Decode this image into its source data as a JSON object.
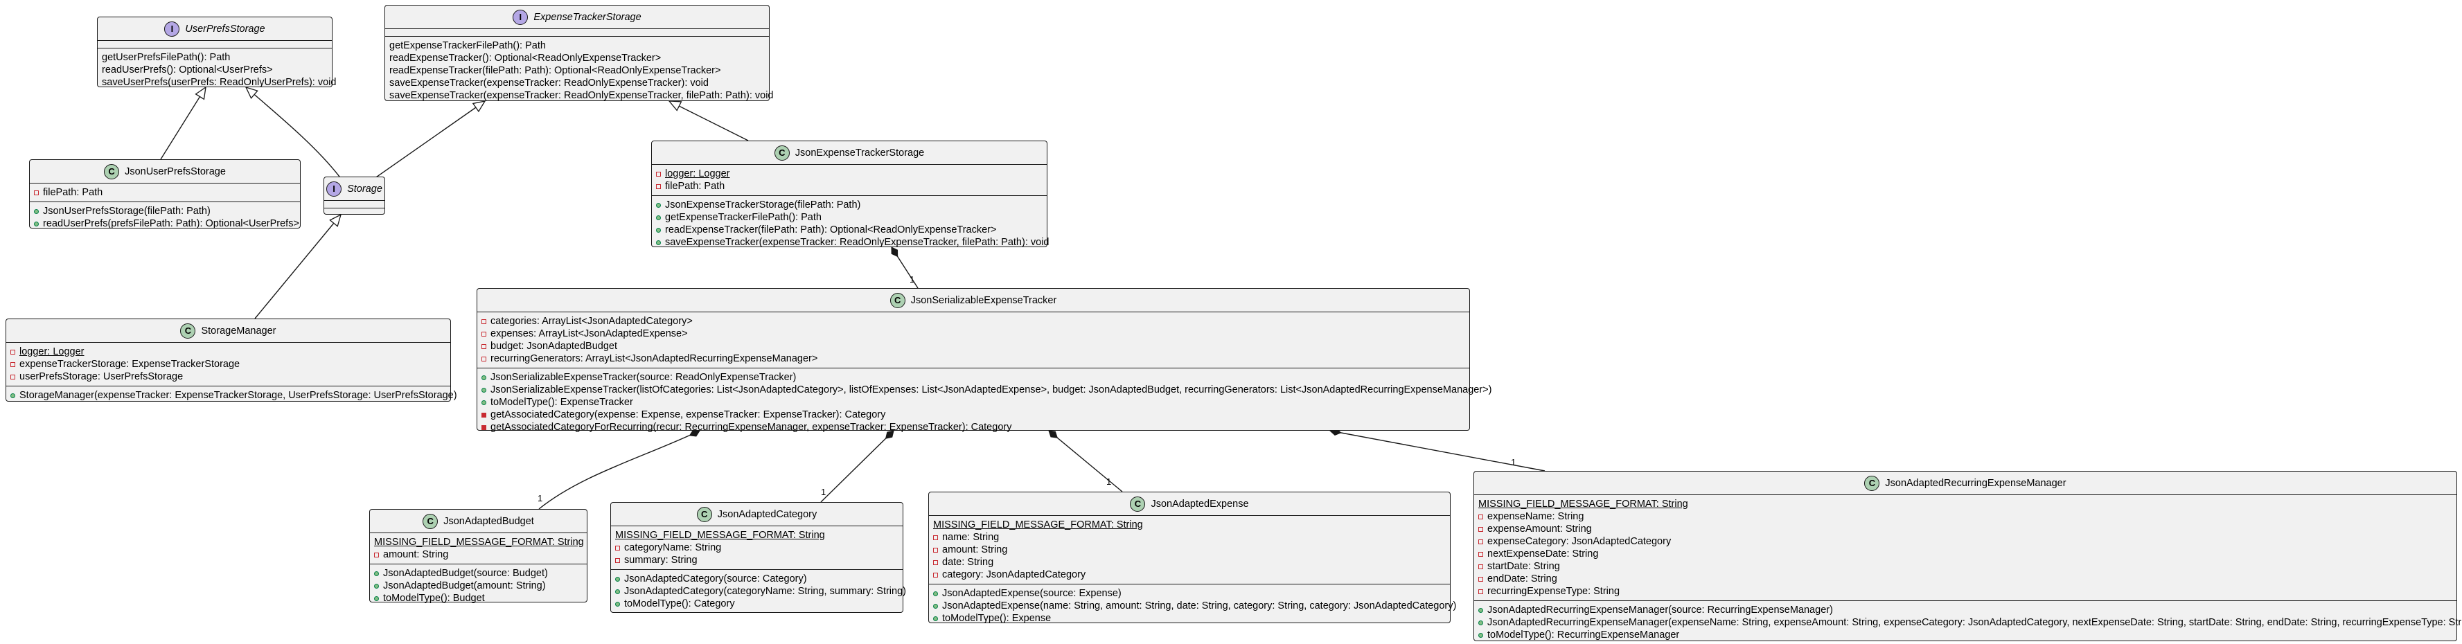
{
  "classes": {
    "user_prefs_storage": {
      "kind": "I",
      "name": "UserPrefsStorage",
      "fields": [],
      "methods": [
        {
          "vis": "none",
          "text": "getUserPrefsFilePath(): Path"
        },
        {
          "vis": "none",
          "text": "readUserPrefs(): Optional<UserPrefs>"
        },
        {
          "vis": "none",
          "text": "saveUserPrefs(userPrefs: ReadOnlyUserPrefs): void"
        }
      ]
    },
    "expense_tracker_storage": {
      "kind": "I",
      "name": "ExpenseTrackerStorage",
      "fields": [],
      "methods": [
        {
          "vis": "none",
          "text": "getExpenseTrackerFilePath(): Path"
        },
        {
          "vis": "none",
          "text": "readExpenseTracker(): Optional<ReadOnlyExpenseTracker>"
        },
        {
          "vis": "none",
          "text": "readExpenseTracker(filePath: Path): Optional<ReadOnlyExpenseTracker>"
        },
        {
          "vis": "none",
          "text": "saveExpenseTracker(expenseTracker: ReadOnlyExpenseTracker): void"
        },
        {
          "vis": "none",
          "text": "saveExpenseTracker(expenseTracker: ReadOnlyExpenseTracker, filePath: Path): void"
        }
      ]
    },
    "json_user_prefs_storage": {
      "kind": "C",
      "name": "JsonUserPrefsStorage",
      "fields": [
        {
          "vis": "priv",
          "text": "filePath: Path"
        }
      ],
      "methods": [
        {
          "vis": "pub",
          "text": "JsonUserPrefsStorage(filePath: Path)"
        },
        {
          "vis": "pub",
          "text": "readUserPrefs(prefsFilePath: Path): Optional<UserPrefs>"
        }
      ]
    },
    "storage": {
      "kind": "I",
      "name": "Storage",
      "fields": [],
      "methods": []
    },
    "json_expense_tracker_storage": {
      "kind": "C",
      "name": "JsonExpenseTrackerStorage",
      "fields": [
        {
          "vis": "priv",
          "text": "logger: Logger",
          "static": true
        },
        {
          "vis": "priv",
          "text": "filePath: Path"
        }
      ],
      "methods": [
        {
          "vis": "pub",
          "text": "JsonExpenseTrackerStorage(filePath: Path)"
        },
        {
          "vis": "pub",
          "text": "getExpenseTrackerFilePath(): Path"
        },
        {
          "vis": "pub",
          "text": "readExpenseTracker(filePath: Path): Optional<ReadOnlyExpenseTracker>"
        },
        {
          "vis": "pub",
          "text": "saveExpenseTracker(expenseTracker: ReadOnlyExpenseTracker, filePath: Path): void"
        }
      ]
    },
    "storage_manager": {
      "kind": "C",
      "name": "StorageManager",
      "fields": [
        {
          "vis": "priv",
          "text": "logger: Logger",
          "static": true
        },
        {
          "vis": "priv",
          "text": "expenseTrackerStorage: ExpenseTrackerStorage"
        },
        {
          "vis": "priv",
          "text": "userPrefsStorage: UserPrefsStorage"
        }
      ],
      "methods": [
        {
          "vis": "pub",
          "text": "StorageManager(expenseTracker: ExpenseTrackerStorage, UserPrefsStorage: UserPrefsStorage)"
        }
      ]
    },
    "json_serializable_expense_tracker": {
      "kind": "C",
      "name": "JsonSerializableExpenseTracker",
      "fields": [
        {
          "vis": "priv",
          "text": "categories: ArrayList<JsonAdaptedCategory>"
        },
        {
          "vis": "priv",
          "text": "expenses: ArrayList<JsonAdaptedExpense>"
        },
        {
          "vis": "priv",
          "text": "budget: JsonAdaptedBudget"
        },
        {
          "vis": "priv",
          "text": "recurringGenerators: ArrayList<JsonAdaptedRecurringExpenseManager>"
        }
      ],
      "methods": [
        {
          "vis": "pub",
          "text": "JsonSerializableExpenseTracker(source: ReadOnlyExpenseTracker)"
        },
        {
          "vis": "pub",
          "text": "JsonSerializableExpenseTracker(listOfCategories: List<JsonAdaptedCategory>, listOfExpenses: List<JsonAdaptedExpense>, budget: JsonAdaptedBudget, recurringGenerators: List<JsonAdaptedRecurringExpenseManager>)"
        },
        {
          "vis": "pub",
          "text": "toModelType(): ExpenseTracker"
        },
        {
          "vis": "pmeth",
          "text": "getAssociatedCategory(expense: Expense, expenseTracker: ExpenseTracker): Category"
        },
        {
          "vis": "pmeth",
          "text": "getAssociatedCategoryForRecurring(recur: RecurringExpenseManager, expenseTracker: ExpenseTracker): Category"
        }
      ]
    },
    "json_adapted_budget": {
      "kind": "C",
      "name": "JsonAdaptedBudget",
      "fields": [
        {
          "vis": "none",
          "text": "MISSING_FIELD_MESSAGE_FORMAT: String",
          "static": true
        },
        {
          "vis": "priv",
          "text": "amount: String"
        }
      ],
      "methods": [
        {
          "vis": "pub",
          "text": "JsonAdaptedBudget(source: Budget)"
        },
        {
          "vis": "pub",
          "text": "JsonAdaptedBudget(amount: String)"
        },
        {
          "vis": "pub",
          "text": "toModelType(): Budget"
        }
      ]
    },
    "json_adapted_category": {
      "kind": "C",
      "name": "JsonAdaptedCategory",
      "fields": [
        {
          "vis": "none",
          "text": "MISSING_FIELD_MESSAGE_FORMAT: String",
          "static": true
        },
        {
          "vis": "priv",
          "text": "categoryName: String"
        },
        {
          "vis": "priv",
          "text": "summary: String"
        }
      ],
      "methods": [
        {
          "vis": "pub",
          "text": "JsonAdaptedCategory(source: Category)"
        },
        {
          "vis": "pub",
          "text": "JsonAdaptedCategory(categoryName: String, summary: String)"
        },
        {
          "vis": "pub",
          "text": "toModelType(): Category"
        }
      ]
    },
    "json_adapted_expense": {
      "kind": "C",
      "name": "JsonAdaptedExpense",
      "fields": [
        {
          "vis": "none",
          "text": "MISSING_FIELD_MESSAGE_FORMAT: String",
          "static": true
        },
        {
          "vis": "priv",
          "text": "name: String"
        },
        {
          "vis": "priv",
          "text": "amount: String"
        },
        {
          "vis": "priv",
          "text": "date: String"
        },
        {
          "vis": "priv",
          "text": "category: JsonAdaptedCategory"
        }
      ],
      "methods": [
        {
          "vis": "pub",
          "text": "JsonAdaptedExpense(source: Expense)"
        },
        {
          "vis": "pub",
          "text": "JsonAdaptedExpense(name: String, amount: String, date: String, category: String, category: JsonAdaptedCategory)"
        },
        {
          "vis": "pub",
          "text": "toModelType(): Expense"
        }
      ]
    },
    "json_adapted_recurring_expense_manager": {
      "kind": "C",
      "name": "JsonAdaptedRecurringExpenseManager",
      "fields": [
        {
          "vis": "none",
          "text": "MISSING_FIELD_MESSAGE_FORMAT: String",
          "static": true
        },
        {
          "vis": "priv",
          "text": "expenseName: String"
        },
        {
          "vis": "priv",
          "text": "expenseAmount: String"
        },
        {
          "vis": "priv",
          "text": "expenseCategory: JsonAdaptedCategory"
        },
        {
          "vis": "priv",
          "text": "nextExpenseDate: String"
        },
        {
          "vis": "priv",
          "text": "startDate: String"
        },
        {
          "vis": "priv",
          "text": "endDate: String"
        },
        {
          "vis": "priv",
          "text": "recurringExpenseType: String"
        }
      ],
      "methods": [
        {
          "vis": "pub",
          "text": "JsonAdaptedRecurringExpenseManager(source: RecurringExpenseManager)"
        },
        {
          "vis": "pub",
          "text": "JsonAdaptedRecurringExpenseManager(expenseName: String, expenseAmount: String, expenseCategory: JsonAdaptedCategory, nextExpenseDate: String, startDate: String, endDate: String, recurringExpenseType: String)"
        },
        {
          "vis": "pub",
          "text": "toModelType(): RecurringExpenseManager"
        }
      ]
    }
  },
  "multiplicities": {
    "tracker_storage_end": "1",
    "budget_end": "1",
    "category_end": "1",
    "expense_end": "1",
    "recurring_end": "1"
  }
}
